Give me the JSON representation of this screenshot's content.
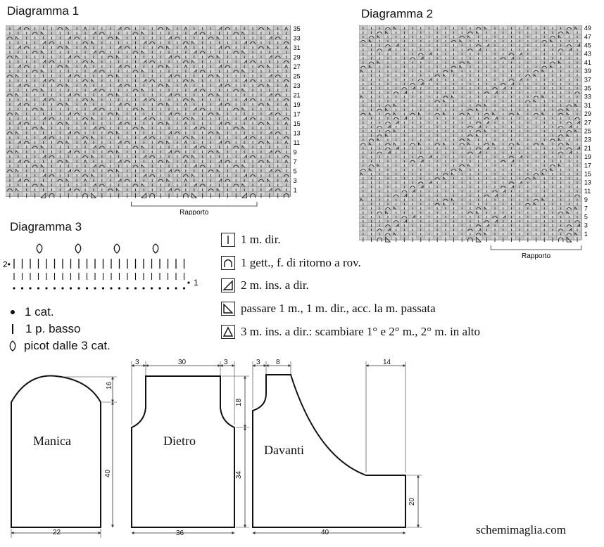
{
  "diagram1": {
    "title": "Diagramma 1",
    "row_numbers": [
      "35",
      "33",
      "31",
      "29",
      "27",
      "25",
      "23",
      "21",
      "19",
      "17",
      "15",
      "13",
      "11",
      "9",
      "7",
      "5",
      "3",
      "1"
    ],
    "repeat_label": "Rapporto"
  },
  "diagram2": {
    "title": "Diagramma 2",
    "row_numbers": [
      "49",
      "47",
      "45",
      "43",
      "41",
      "39",
      "37",
      "35",
      "33",
      "31",
      "29",
      "27",
      "25",
      "23",
      "21",
      "19",
      "17",
      "15",
      "13",
      "11",
      "9",
      "7",
      "5",
      "3",
      "1"
    ],
    "repeat_label": "Rapporto"
  },
  "diagram3": {
    "title": "Diagramma 3",
    "row_labels": [
      "2",
      "1"
    ],
    "legend": [
      {
        "symbol": "dot",
        "text": "1 cat."
      },
      {
        "symbol": "bar",
        "text": "1 p. basso"
      },
      {
        "symbol": "picot",
        "text": "picot dalle 3 cat."
      }
    ]
  },
  "legend": [
    {
      "symbol": "knit",
      "text": "1 m. dir."
    },
    {
      "symbol": "yarn-over",
      "text": "1 gett., f. di ritorno a rov."
    },
    {
      "symbol": "k2tog",
      "text": "2 m. ins. a dir."
    },
    {
      "symbol": "skpo",
      "text": "passare 1 m., 1 m. dir., acc. la m. passata"
    },
    {
      "symbol": "k3tog",
      "text": "3 m. ins. a dir.: scambiare 1° e 2° m., 2° m. in alto"
    }
  ],
  "schematics": {
    "sleeve": {
      "label": "Manica",
      "cap_height": "16",
      "height": "40",
      "width": "22"
    },
    "back": {
      "label": "Dietro",
      "shoulder_left": "3",
      "neck": "30",
      "shoulder_right": "3",
      "armhole": "18",
      "side": "34",
      "width": "36"
    },
    "front": {
      "label": "Davanti",
      "shoulder_a": "3",
      "shoulder_b": "8",
      "top_right": "14",
      "bottom_height": "20",
      "width": "40"
    }
  },
  "watermark": "schemimaglia.com"
}
